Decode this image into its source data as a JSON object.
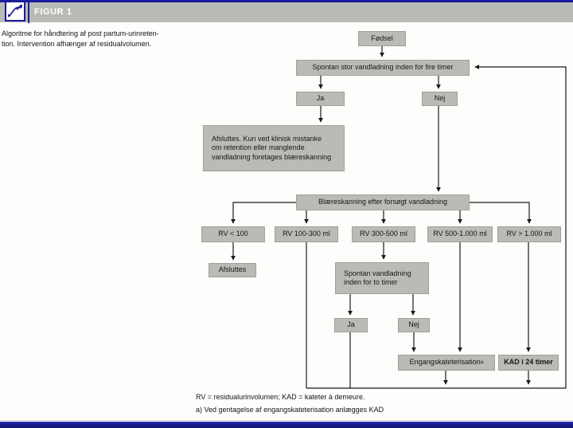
{
  "header": {
    "figure_label": "FIGUR 1",
    "icon": "line-chart-icon"
  },
  "caption": {
    "line1": "Algoritme for håndtering af post partum-urinreten-",
    "line2": "tion. Intervention afhænger af residualvolumen."
  },
  "flowchart": {
    "nodes": {
      "fodsel": "Fødsel",
      "spontan_fire": "Spontan stor vandladning inden for fire timer",
      "ja1": "Ja",
      "nej1": "Nej",
      "afsluttes_klinisk": "Afsluttes. Kun ved klinisk mistanke\nom retention eller manglende\nvandladning foretages blæreskanning",
      "blaereskanning": "Blæreskanning efter forsøgt vandladning",
      "rv_lt_100": "RV < 100",
      "rv_100_300": "RV 100-300 ml",
      "rv_300_500": "RV 300-500 ml",
      "rv_500_1000": "RV 500-1.000 ml",
      "rv_gt_1000": "RV > 1.000 ml",
      "afsluttes": "Afsluttes",
      "spontan_to": "Spontan vandladning\ninden for to timer",
      "ja2": "Ja",
      "nej2": "Nej",
      "engangskateterisation": "Engangskateterisation",
      "engangskateterisation_sup": "a",
      "kad": "KAD i 24 timer"
    },
    "edges": [
      {
        "from": "fodsel",
        "to": "spontan_fire"
      },
      {
        "from": "spontan_fire",
        "to": "ja1"
      },
      {
        "from": "spontan_fire",
        "to": "nej1"
      },
      {
        "from": "ja1",
        "to": "afsluttes_klinisk"
      },
      {
        "from": "nej1",
        "to": "blaereskanning"
      },
      {
        "from": "blaereskanning",
        "to": "rv_lt_100"
      },
      {
        "from": "blaereskanning",
        "to": "rv_100_300"
      },
      {
        "from": "blaereskanning",
        "to": "rv_300_500"
      },
      {
        "from": "blaereskanning",
        "to": "rv_500_1000"
      },
      {
        "from": "blaereskanning",
        "to": "rv_gt_1000"
      },
      {
        "from": "rv_lt_100",
        "to": "afsluttes"
      },
      {
        "from": "rv_100_300",
        "to": "loopback_line"
      },
      {
        "from": "rv_300_500",
        "to": "spontan_to"
      },
      {
        "from": "rv_500_1000",
        "to": "engangskateterisation"
      },
      {
        "from": "rv_gt_1000",
        "to": "kad"
      },
      {
        "from": "spontan_to",
        "to": "ja2"
      },
      {
        "from": "spontan_to",
        "to": "nej2"
      },
      {
        "from": "ja2",
        "to": "loopback_line"
      },
      {
        "from": "nej2",
        "to": "engangskateterisation"
      },
      {
        "from": "engangskateterisation",
        "to": "loopback_line"
      },
      {
        "from": "kad",
        "to": "loopback_line"
      },
      {
        "from": "loopback_line",
        "to": "spontan_fire"
      }
    ]
  },
  "footnotes": {
    "line1": "RV = residualurinvolumen; KAD = kateter à demeure.",
    "line2": "a) Ved gentagelse af engangskateterisation anlægges KAD"
  },
  "colors": {
    "navy_bar": "#1c1c9c",
    "header_gray": "#b8bbb5",
    "node_fill": "#b9bcb6",
    "line_color": "#1a1a1a"
  }
}
